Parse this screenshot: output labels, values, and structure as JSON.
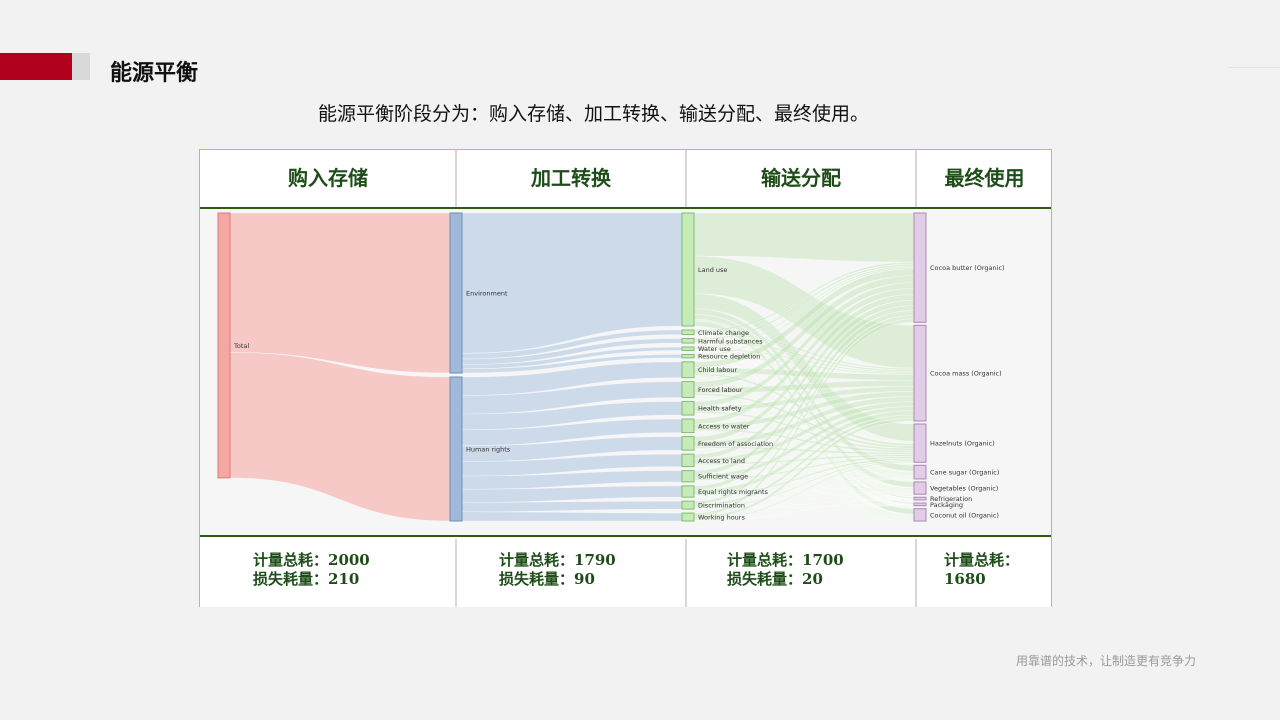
{
  "slide": {
    "title": "能源平衡",
    "subtitle": "能源平衡阶段分为：购入存储、加工转换、输送分配、最终使用。",
    "footer": "用靠谱的技术，让制造更有竞争力"
  },
  "table": {
    "headers": [
      "购入存储",
      "加工转换",
      "输送分配",
      "最终使用"
    ],
    "footer": [
      {
        "line1": "计量总耗：2000",
        "line2": "损失耗量：210"
      },
      {
        "line1": "计量总耗：1790",
        "line2": "损失耗量：90"
      },
      {
        "line1": "计量总耗：1700",
        "line2": "损失耗量：20"
      },
      {
        "line1": "计量总耗：",
        "line2": "1680"
      }
    ]
  },
  "sankey": {
    "colors": {
      "source": "#f6b9b6",
      "stage2": "#a9c3de",
      "stage3": "#bfe3b4",
      "stage4": "#dcc6e0"
    },
    "source": {
      "label": "Total"
    },
    "stage2": [
      {
        "label": "Environment",
        "value": 1000
      },
      {
        "label": "Human rights",
        "value": 900
      }
    ],
    "stage3": [
      {
        "label": "Land use",
        "value": 500,
        "parent": 0
      },
      {
        "label": "Climate change",
        "value": 20,
        "parent": 0
      },
      {
        "label": "Harmful substances",
        "value": 20,
        "parent": 0
      },
      {
        "label": "Water use",
        "value": 15,
        "parent": 0
      },
      {
        "label": "Resource depletion",
        "value": 15,
        "parent": 0
      },
      {
        "label": "Child labour",
        "value": 70,
        "parent": 1
      },
      {
        "label": "Forced labour",
        "value": 70,
        "parent": 1
      },
      {
        "label": "Health safety",
        "value": 60,
        "parent": 1
      },
      {
        "label": "Access to water",
        "value": 60,
        "parent": 1
      },
      {
        "label": "Freedom of association",
        "value": 60,
        "parent": 1
      },
      {
        "label": "Access to land",
        "value": 55,
        "parent": 1
      },
      {
        "label": "Sufficient wage",
        "value": 50,
        "parent": 1
      },
      {
        "label": "Equal rights migrants",
        "value": 50,
        "parent": 1
      },
      {
        "label": "Discrimination",
        "value": 35,
        "parent": 1
      },
      {
        "label": "Working hours",
        "value": 35,
        "parent": 1
      }
    ],
    "stage4": [
      {
        "label": "Cocoa butter (Organic)",
        "value": 400
      },
      {
        "label": "Cocoa mass (Organic)",
        "value": 350
      },
      {
        "label": "Hazelnuts (Organic)",
        "value": 140
      },
      {
        "label": "Cane sugar (Organic)",
        "value": 50
      },
      {
        "label": "Vegetables (Organic)",
        "value": 45
      },
      {
        "label": "Refrigeration",
        "value": 10
      },
      {
        "label": "Packaging",
        "value": 10
      },
      {
        "label": "Coconut oil (Organic)",
        "value": 45
      }
    ]
  }
}
